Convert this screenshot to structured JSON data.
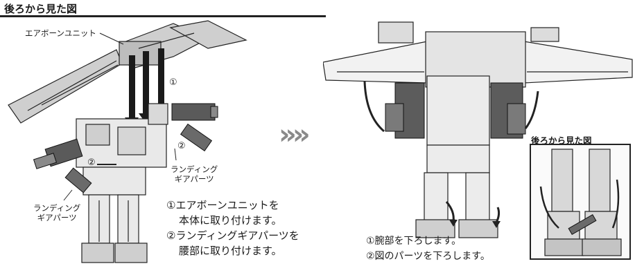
{
  "left_panel": {
    "title": "後ろから見た図",
    "airborne_unit_label": "エアボーンユニット",
    "step_marker_1": "①",
    "step_marker_2": "②",
    "landing_gear_label_left": [
      "ランディング",
      "ギアパーツ"
    ],
    "landing_gear_label_right": [
      "ランディング",
      "ギアパーツ"
    ]
  },
  "left_steps": [
    "①エアボーンユニットを",
    "本体に取り付けます。",
    "②ランディングギアパーツを",
    "腰部に取り付けます。"
  ],
  "arrow_symbol": "»»",
  "right_panel": {
    "inset_title": "後ろから見た図"
  },
  "right_steps": [
    "①腕部を下ろします。",
    "②図のパーツを下ろします。"
  ]
}
